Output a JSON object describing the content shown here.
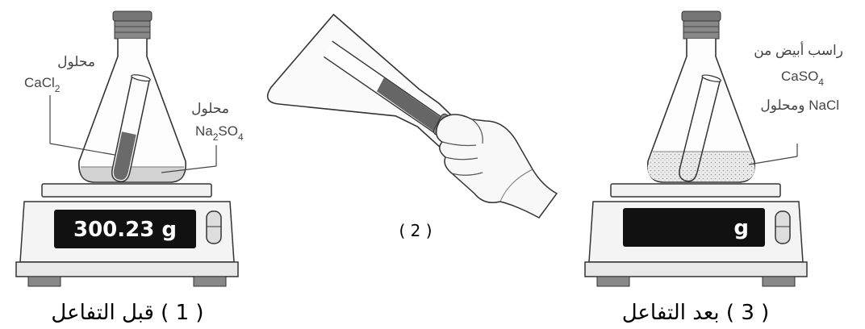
{
  "panel1": {
    "label_cacl2_ar": "محلول",
    "label_cacl2": "CaCl",
    "label_cacl2_sub": "2",
    "label_na2so4_ar": "محلول",
    "label_na2so4_a": "Na",
    "label_na2so4_sub1": "2",
    "label_na2so4_b": "SO",
    "label_na2so4_sub2": "4",
    "display_value": "300.23 g",
    "caption": "( 1 ) قبل التفاعل"
  },
  "panel2": {
    "caption": "( 2 )"
  },
  "panel3": {
    "label_line1": "راسب أبيض من",
    "label_caso4": "CaSO",
    "label_caso4_sub": "4",
    "label_line3": "ومحلول NaCl",
    "display_unit": "g",
    "caption": "( 3 ) بعد التفاعل"
  },
  "colors": {
    "display_bg": "#111111",
    "outline": "#333333",
    "liquid": "#cfcfcf",
    "dark_liquid": "#666666",
    "precipitate": "#e6e6e6"
  }
}
